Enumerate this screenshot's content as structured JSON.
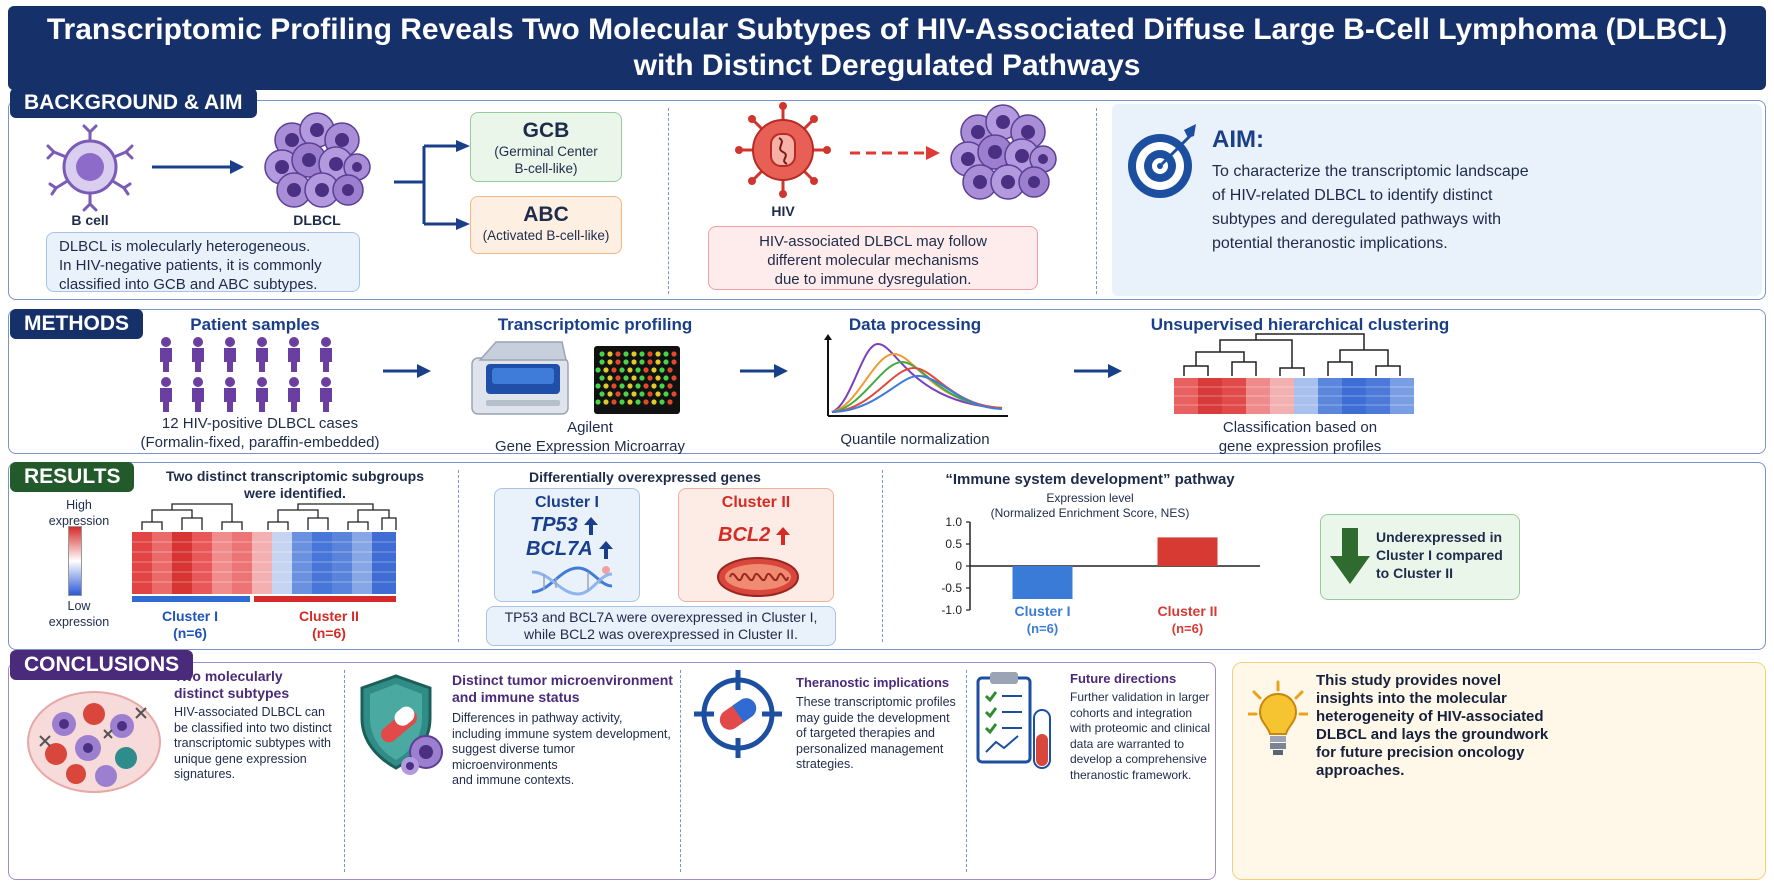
{
  "title": {
    "line1": "Transcriptomic Profiling Reveals Two Molecular Subtypes of HIV-Associated Diffuse Large B-Cell Lymphoma (DLBCL)",
    "line2": "with Distinct Deregulated Pathways"
  },
  "background": {
    "label": "BACKGROUND & AIM",
    "b_cell": "B cell",
    "dlbcl": "DLBCL",
    "note": [
      "DLBCL is molecularly heterogeneous.",
      "In HIV-negative patients, it is commonly",
      "classified into GCB and ABC subtypes."
    ],
    "gcb_title": "GCB",
    "gcb_sub": [
      "(Germinal Center",
      "B-cell-like)"
    ],
    "abc_title": "ABC",
    "abc_sub": "(Activated B-cell-like)",
    "hiv": "HIV",
    "hiv_note": [
      "HIV-associated DLBCL may follow",
      "different molecular mechanisms",
      "due to immune dysregulation."
    ],
    "aim_title": "AIM:",
    "aim_text": [
      "To characterize the transcriptomic landscape",
      "of HIV-related DLBCL to identify distinct",
      "subtypes and deregulated pathways with",
      "potential theranostic implications."
    ]
  },
  "methods": {
    "label": "METHODS",
    "s1_title": "Patient samples",
    "s1_text": [
      "12 HIV-positive DLBCL cases",
      "(Formalin-fixed, paraffin-embedded)"
    ],
    "s2_title": "Transcriptomic profiling",
    "s2_text": [
      "Agilent",
      "Gene Expression Microarray"
    ],
    "s3_title": "Data processing",
    "s3_text": "Quantile normalization",
    "s4_title": "Unsupervised hierarchical clustering",
    "s4_text": [
      "Classification based on",
      "gene expression profiles"
    ]
  },
  "results": {
    "label": "RESULTS",
    "heatmap_title": [
      "Two distinct transcriptomic subgroups",
      "were identified."
    ],
    "legend_high": [
      "High",
      "expression"
    ],
    "legend_low": [
      "Low",
      "expression"
    ],
    "cluster1": "Cluster I",
    "cluster2": "Cluster II",
    "n1": "(n=6)",
    "n2": "(n=6)",
    "genes_title": "Differentially overexpressed genes",
    "gene_a": "TP53",
    "gene_b": "BCL7A",
    "gene_c": "BCL2",
    "genes_note": [
      "TP53 and BCL7A were overexpressed in Cluster I,",
      "while BCL2 was overexpressed in Cluster II."
    ],
    "pathway_title": "“Immune system development” pathway",
    "pathway_sub": [
      "Expression level",
      "(Normalized Enrichment Score, NES)"
    ],
    "under_text": [
      "Underexpressed in",
      "Cluster I compared",
      "to Cluster II"
    ]
  },
  "chart_data": {
    "type": "bar",
    "categories": [
      "Cluster I",
      "Cluster II"
    ],
    "values": [
      -0.75,
      0.65
    ],
    "ylim": [
      -1.0,
      1.0
    ],
    "yticks": [
      "1.0",
      "0.5",
      "0",
      "-0.5",
      "-1.0"
    ],
    "colors": [
      "#3b7bd8",
      "#d63a33"
    ]
  },
  "conclusions": {
    "label": "CONCLUSIONS",
    "c1_title": [
      "Two molecularly",
      "distinct subtypes"
    ],
    "c1_text": [
      "HIV-associated DLBCL can",
      "be classified into two distinct",
      "transcriptomic subtypes with",
      "unique gene expression",
      "signatures."
    ],
    "c2_title": [
      "Distinct tumor microenvironment",
      "and immune status"
    ],
    "c2_text": [
      "Differences in pathway activity,",
      "including immune system development,",
      "suggest diverse tumor microenvironments",
      "and immune contexts."
    ],
    "c3_title": "Theranostic implications",
    "c3_text": [
      "These transcriptomic profiles",
      "may guide the development",
      "of targeted therapies and",
      "personalized management",
      "strategies."
    ],
    "c4_title": "Future directions",
    "c4_text": [
      "Further validation in larger",
      "cohorts and integration",
      "with proteomic and clinical",
      "data are warranted to",
      "develop a comprehensive",
      "theranostic framework."
    ],
    "final": [
      "This study provides novel",
      "insights into the molecular",
      "heterogeneity of HIV-associated",
      "DLBCL and lays the groundwork",
      "for future precision oncology",
      "approaches."
    ]
  }
}
